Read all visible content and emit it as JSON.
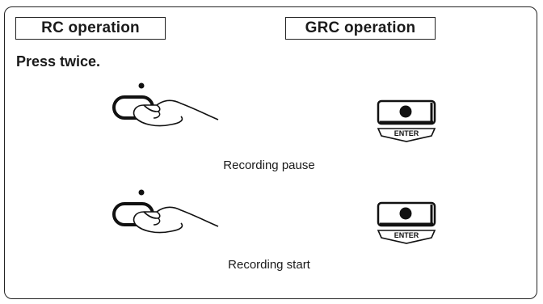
{
  "headings": {
    "rc": "RC operation",
    "grc": "GRC operation"
  },
  "instruction": "Press twice.",
  "steps": [
    {
      "caption": "Recording pause",
      "rc_icon": "record-button-pressed-by-finger-icon",
      "grc_icon": "enter-record-button-icon",
      "grc_button_text": "ENTER"
    },
    {
      "caption": "Recording start",
      "rc_icon": "record-button-pressed-by-finger-icon",
      "grc_icon": "enter-record-button-icon",
      "grc_button_text": "ENTER"
    }
  ]
}
